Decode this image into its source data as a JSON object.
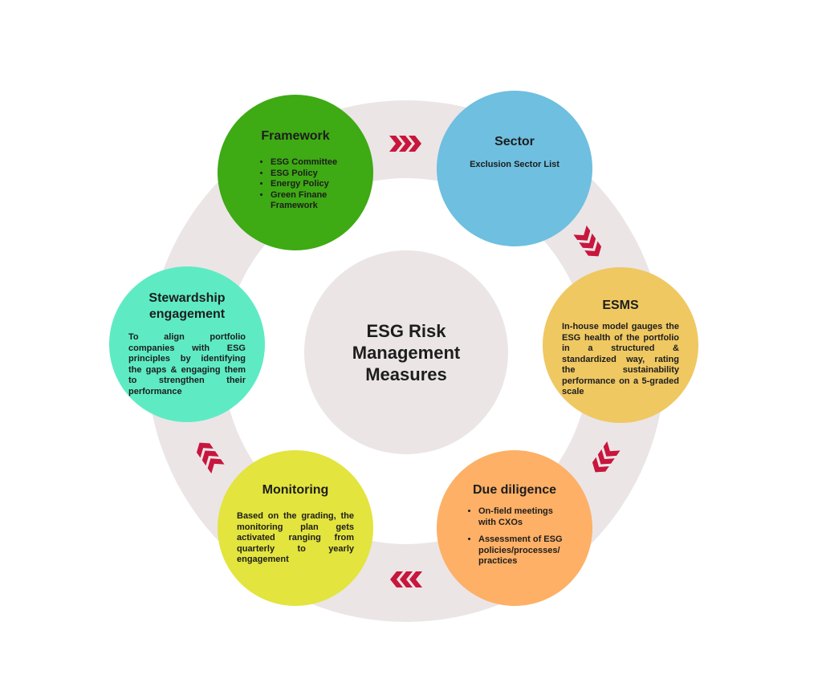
{
  "center": {
    "title": "ESG Risk Management Measures"
  },
  "nodes": {
    "framework": {
      "title": "Framework",
      "items": [
        "ESG Committee",
        "ESG Policy",
        "Energy Policy",
        "Green Finane Framework"
      ],
      "color": "#3eaa14"
    },
    "sector": {
      "title": "Sector",
      "text": "Exclusion Sector List",
      "color": "#6ebfe0"
    },
    "esms": {
      "title": "ESMS",
      "text": "In-house model gauges the ESG health of the portfolio in a structured & standardized way, rating the sustainability performance on a 5-graded scale",
      "color": "#efc862"
    },
    "due_diligence": {
      "title": "Due diligence",
      "items": [
        "On-field meetings with CXOs",
        "Assessment of ESG policies/processes/ practices"
      ],
      "color": "#fdb066"
    },
    "monitoring": {
      "title": "Monitoring",
      "text": "Based on the grading, the monitoring plan gets activated ranging from quarterly to yearly engagement",
      "color": "#e3e43e"
    },
    "stewardship": {
      "title": "Stewardship engagement",
      "text": "To align portfolio companies with ESG principles by identifying the gaps & engaging them to strengthen their performance",
      "color": "#5eebc4"
    }
  },
  "colors": {
    "ring": "#ebe5e6",
    "arrow": "#c8163c"
  }
}
